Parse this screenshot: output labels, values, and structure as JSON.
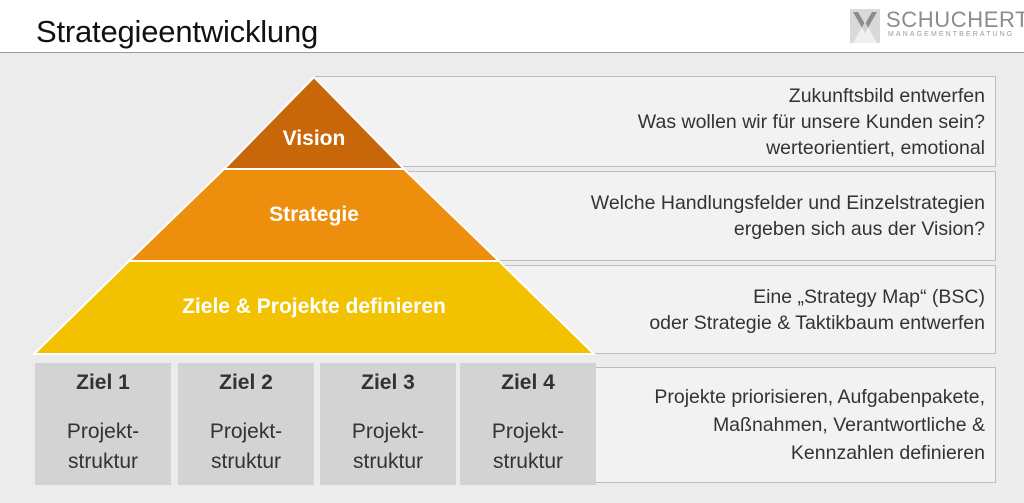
{
  "header": {
    "title": "Strategieentwicklung",
    "logo": {
      "name": "SCHUCHERT",
      "subtitle": "MANAGEMENTBERATUNG",
      "mark": "v-chevron-logo"
    }
  },
  "pyramid": {
    "layers": [
      {
        "label": "Vision",
        "color": "#C8670A",
        "description": [
          "Zukunftsbild entwerfen",
          "Was wollen wir für unsere Kunden sein?",
          "werteorientiert, emotional"
        ]
      },
      {
        "label": "Strategie",
        "color": "#EE8E0D",
        "description": [
          "Welche Handlungsfelder und Einzelstrategien",
          "ergeben sich aus der Vision?"
        ]
      },
      {
        "label": "Ziele & Projekte definieren",
        "color": "#F2C200",
        "description": [
          "Eine „Strategy Map“ (BSC)",
          "oder Strategie & Taktikbaum entwerfen"
        ]
      }
    ]
  },
  "goals": {
    "items": [
      {
        "title": "Ziel 1",
        "line1": "Projekt-",
        "line2": "struktur"
      },
      {
        "title": "Ziel 2",
        "line1": "Projekt-",
        "line2": "struktur"
      },
      {
        "title": "Ziel 3",
        "line1": "Projekt-",
        "line2": "struktur"
      },
      {
        "title": "Ziel 4",
        "line1": "Projekt-",
        "line2": "struktur"
      }
    ],
    "description": [
      "Projekte priorisieren, Aufgabenpakete,",
      "Maßnahmen, Verantwortliche &",
      "Kennzahlen definieren"
    ],
    "box_color": "#D3D3D3"
  },
  "colors": {
    "background": "#ECECEC",
    "panel": "#F2F2F2",
    "text": "#333333"
  }
}
